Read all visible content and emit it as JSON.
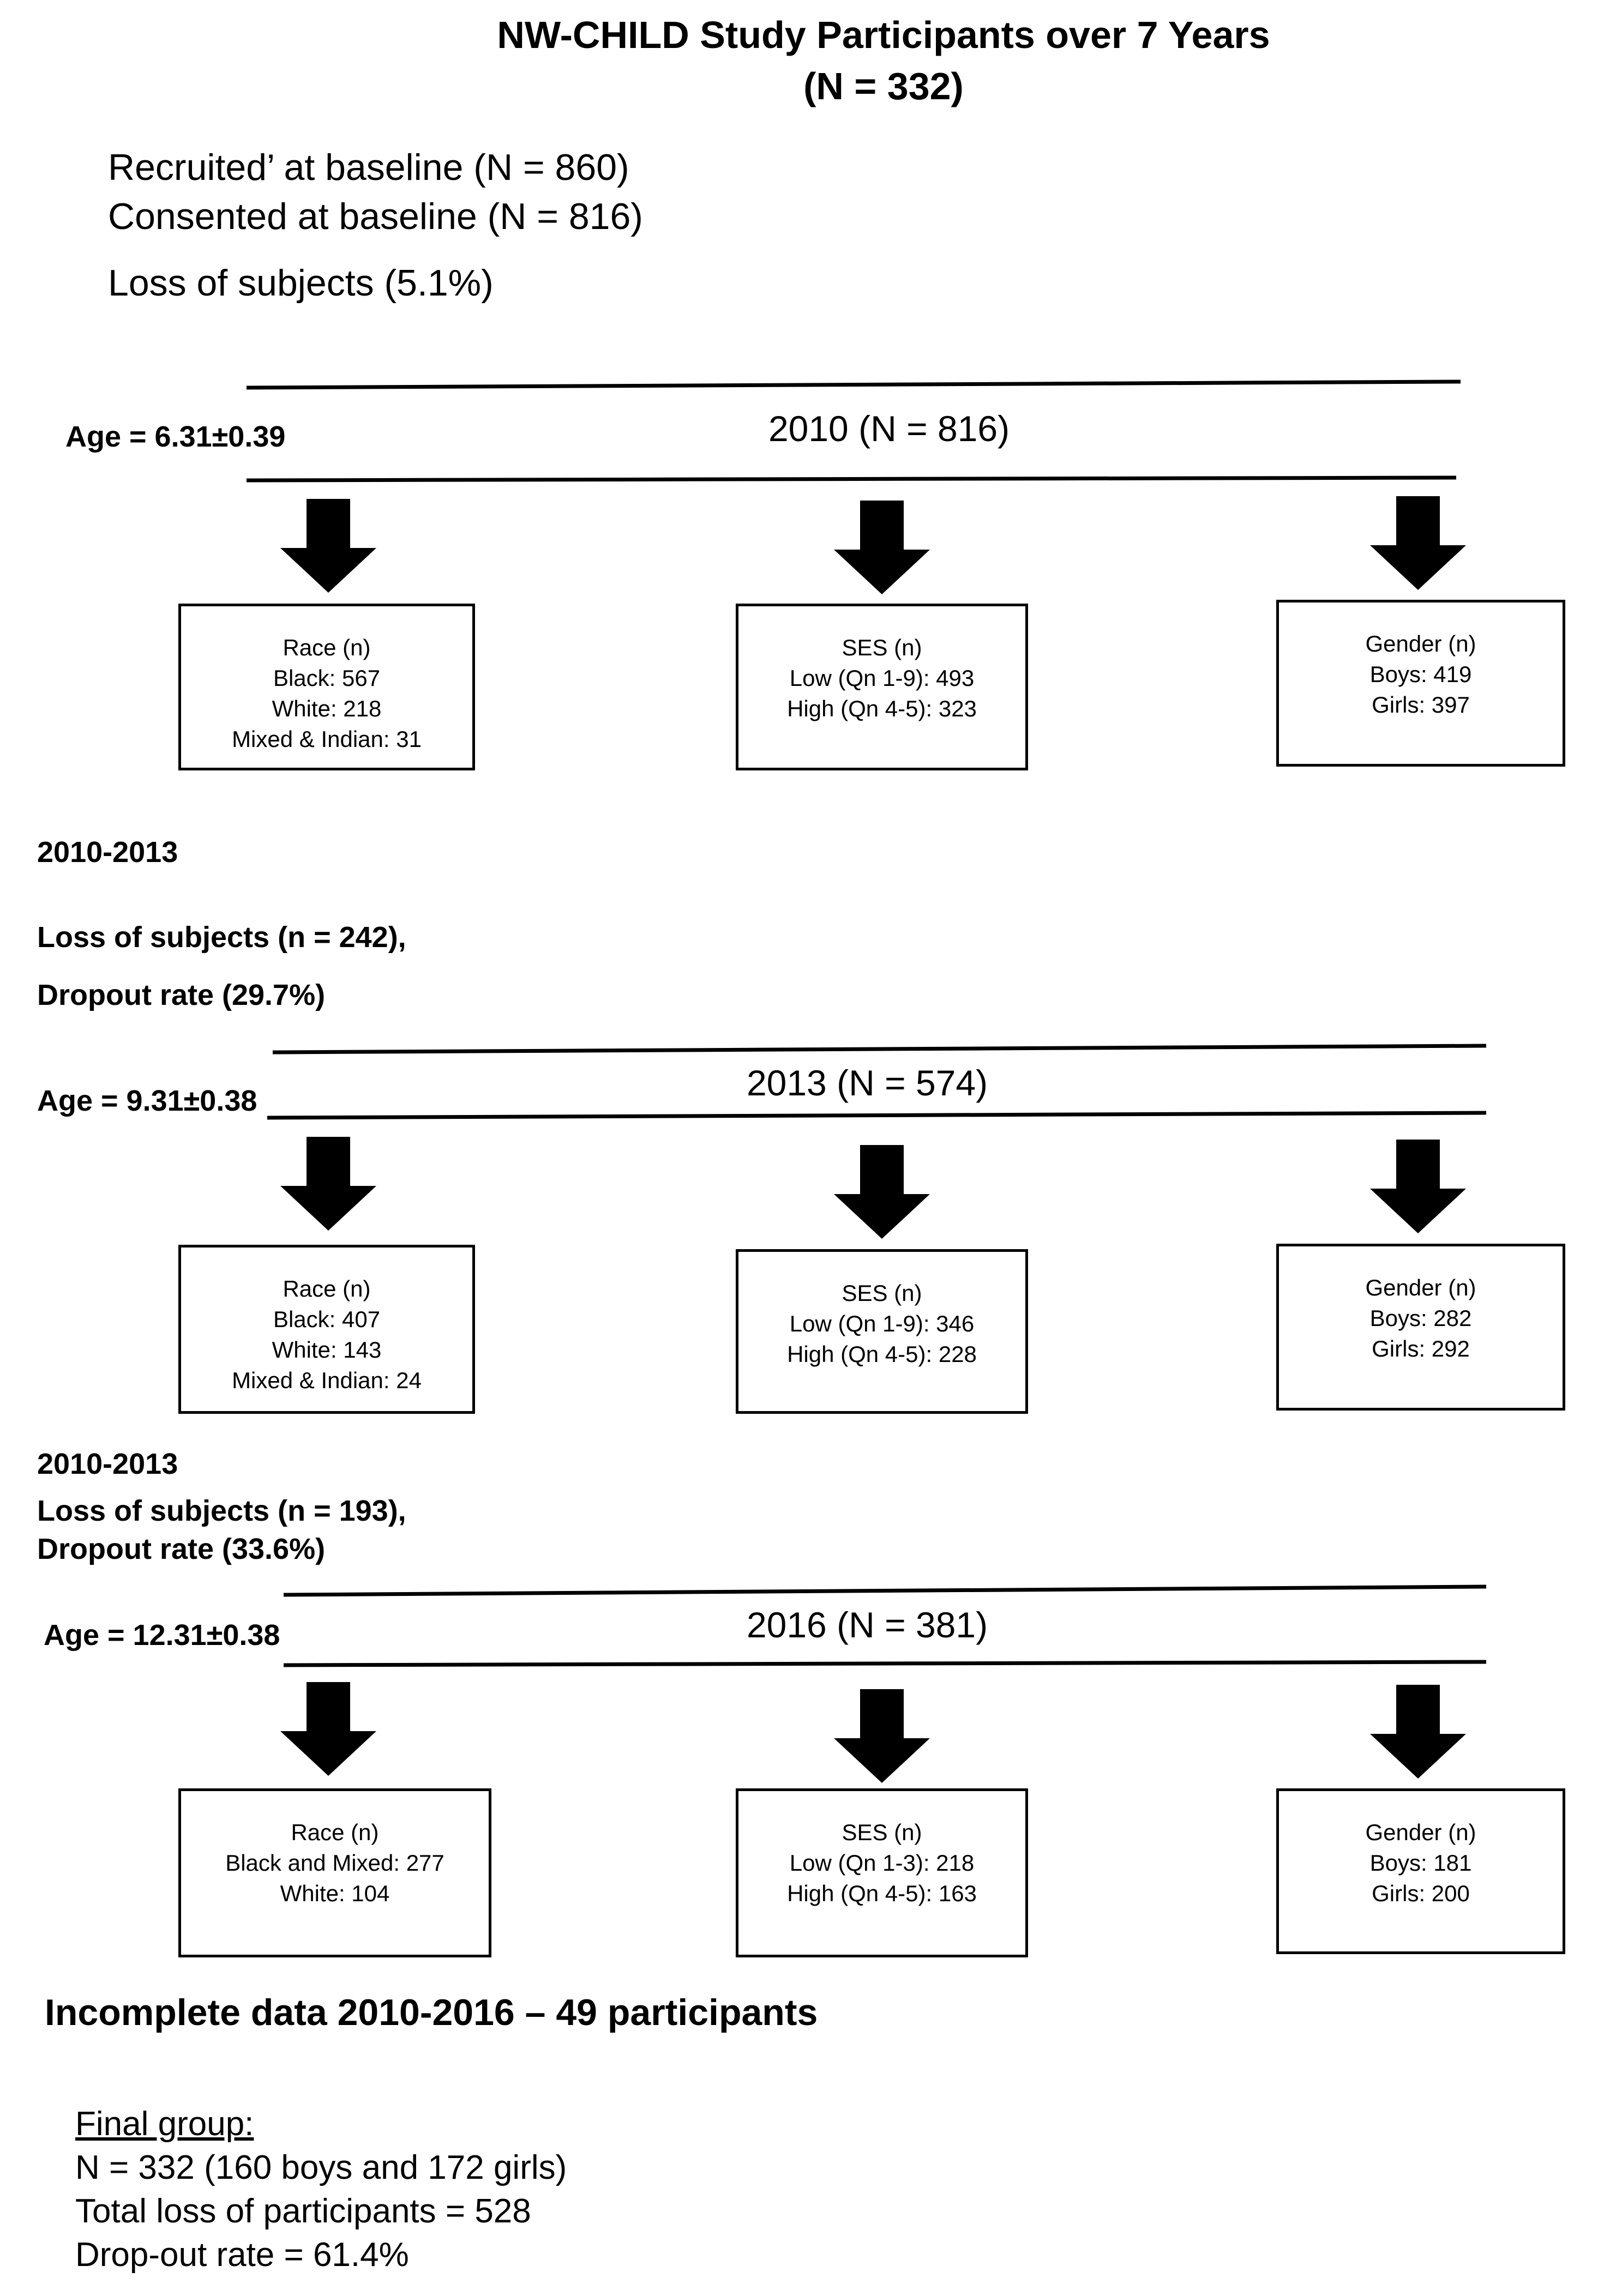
{
  "title": {
    "line1": "NW-CHILD Study Participants over 7 Years",
    "line2": "(N = 332)"
  },
  "intro": {
    "recruited": "Recruited’ at baseline (N = 860)",
    "consented": "Consented at baseline (N = 816)",
    "loss": "Loss of subjects (5.1%)"
  },
  "waves": [
    {
      "age": "Age = 6.31±0.39",
      "year_label": "2010 (N = 816)",
      "race": [
        "Race (n)",
        "Black: 567",
        "White: 218",
        "Mixed & Indian: 31"
      ],
      "ses": [
        "SES (n)",
        "Low (Qn 1-9): 493",
        "High (Qn 4-5): 323"
      ],
      "gender": [
        "Gender (n)",
        "Boys: 419",
        "Girls: 397"
      ]
    },
    {
      "age": "Age = 9.31±0.38",
      "year_label": "2013 (N = 574)",
      "race": [
        "Race (n)",
        "Black: 407",
        "White: 143",
        "Mixed & Indian: 24"
      ],
      "ses": [
        "SES (n)",
        "Low (Qn 1-9): 346",
        "High (Qn 4-5): 228"
      ],
      "gender": [
        "Gender (n)",
        "Boys: 282",
        "Girls: 292"
      ]
    },
    {
      "age": "Age = 12.31±0.38",
      "year_label": "2016 (N = 381)",
      "race": [
        "Race (n)",
        "Black and Mixed: 277",
        "White: 104"
      ],
      "ses": [
        "SES (n)",
        "Low (Qn 1-3): 218",
        "High (Qn 4-5): 163"
      ],
      "gender": [
        "Gender (n)",
        "Boys: 181",
        "Girls: 200"
      ]
    }
  ],
  "transitions": [
    {
      "period": "2010-2013",
      "loss": "Loss of subjects (n = 242),",
      "dropout": "Dropout rate (29.7%)"
    },
    {
      "period": "2010-2013",
      "loss": "Loss of subjects (n = 193),",
      "dropout": "Dropout rate (33.6%)"
    }
  ],
  "incomplete": "Incomplete data 2010-2016 – 49 participants",
  "final": {
    "heading": "Final group:",
    "n": "N = 332 (160 boys and 172 girls)",
    "total_loss": "Total loss of participants = 528",
    "dropout": "Drop-out rate = 61.4%"
  }
}
